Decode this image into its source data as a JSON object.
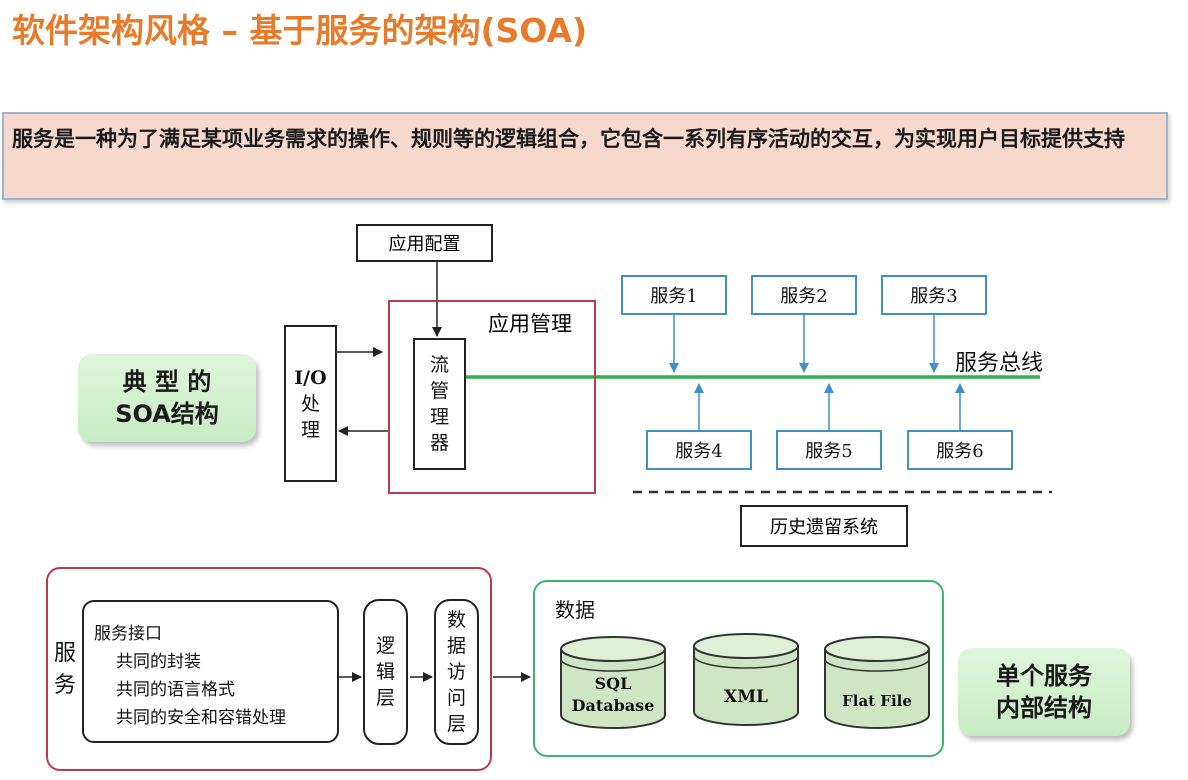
{
  "slide": {
    "title": "软件架构风格 – 基于服务的架构(SOA)",
    "definition": "服务是一种为了满足某项业务需求的操作、规则等的逻辑组合，它包含一系列有序活动的交互，为实现用户目标提供支持"
  },
  "top_diagram": {
    "tag_line1": "典 型 的",
    "tag_line2": "SOA结构",
    "app_config": "应用配置",
    "app_mgmt": "应用管理",
    "io_line1": "I/O",
    "io_line2": "处",
    "io_line3": "理",
    "flow_mgr": [
      "流",
      "管",
      "理",
      "器"
    ],
    "bus_label": "服务总线",
    "services_top": [
      "服务1",
      "服务2",
      "服务3"
    ],
    "services_bottom": [
      "服务4",
      "服务5",
      "服务6"
    ],
    "legacy": "历史遗留系统"
  },
  "bottom_diagram": {
    "service_label": [
      "服",
      "务"
    ],
    "interface_title": "服务接口",
    "interface_items": [
      "共同的封装",
      "共同的语言格式",
      "共同的安全和容错处理"
    ],
    "logic_layer": [
      "逻",
      "辑",
      "层"
    ],
    "data_access_layer": [
      "数",
      "据",
      "访",
      "问",
      "层"
    ],
    "data_title": "数据",
    "stores": [
      {
        "line1": "SQL",
        "line2": "Database"
      },
      {
        "line1": "XML",
        "line2": ""
      },
      {
        "line1": "Flat File",
        "line2": ""
      }
    ],
    "tag_line1": "单个服务",
    "tag_line2": "内部结构"
  },
  "colors": {
    "title": "#e87b2a",
    "bus": "#2bb24c",
    "service_border": "#3f8fc8",
    "app_mgmt_border": "#c0394b",
    "data_border": "#3cb371"
  }
}
